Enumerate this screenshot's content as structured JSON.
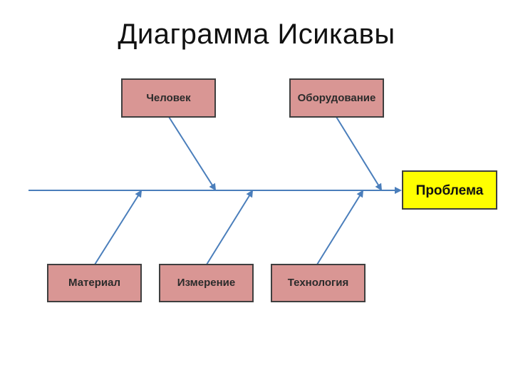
{
  "title": "Диаграмма Исикавы",
  "colors": {
    "cause_box_fill": "#d99694",
    "problem_box_fill": "#ffff00",
    "arrow": "#4a7ebb"
  },
  "problem": {
    "label": "Проблема"
  },
  "causes": {
    "top": [
      {
        "label": "Человек"
      },
      {
        "label": "Оборудование"
      }
    ],
    "bottom": [
      {
        "label": "Материал"
      },
      {
        "label": "Измерение"
      },
      {
        "label": "Технология"
      }
    ]
  }
}
